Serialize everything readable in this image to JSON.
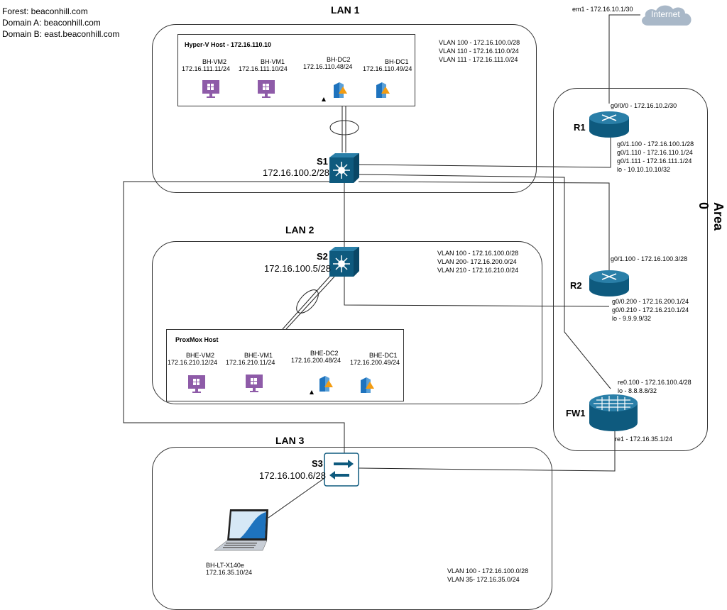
{
  "forest": {
    "line1": "Forest: beaconhill.com",
    "line2": "Domain A: beaconhill.com",
    "line3": "Domain B: east.beaconhill.com"
  },
  "lan1": {
    "title": "LAN 1",
    "vlans": [
      "VLAN 100 - 172.16.100.0/28",
      "VLAN 110 - 172.16.110.0/24",
      "VLAN 111 - 172.16.111.0/24"
    ],
    "host_title": "Hyper-V Host  - 172.16.110.10",
    "vms": [
      {
        "name": "BH-VM2",
        "ip": "172.16.111.11/24"
      },
      {
        "name": "BH-VM1",
        "ip": "172.16.111.10/24"
      },
      {
        "name": "BH-DC2",
        "ip": "172.16.110.48/24"
      },
      {
        "name": "BH-DC1",
        "ip": "172.16.110.49/24"
      }
    ]
  },
  "s1": {
    "name": "S1",
    "ip": "172.16.100.2/28"
  },
  "lan2": {
    "title": "LAN 2",
    "vlans": [
      "VLAN 100 - 172.16.100.0/28",
      "VLAN 200- 172.16.200.0/24",
      "VLAN 210 - 172.16.210.0/24"
    ],
    "host_title": "ProxMox Host",
    "vms": [
      {
        "name": "BHE-VM2",
        "ip": "172.16.210.12/24"
      },
      {
        "name": "BHE-VM1",
        "ip": "172.16.210.11/24"
      },
      {
        "name": "BHE-DC2",
        "ip": "172.16.200.48/24"
      },
      {
        "name": "BHE-DC1",
        "ip": "172.16.200.49/24"
      }
    ]
  },
  "s2": {
    "name": "S2",
    "ip": "172.16.100.5/28"
  },
  "lan3": {
    "title": "LAN 3",
    "vlans": [
      "VLAN 100 - 172.16.100.0/28",
      "VLAN 35- 172.16.35.0/24"
    ],
    "laptop_name": "BH-LT-X140e",
    "laptop_ip": "172.16.35.10/24"
  },
  "s3": {
    "name": "S3",
    "ip": "172.16.100.6/28"
  },
  "internet": {
    "label": "Internet",
    "em1": "em1 - 172.16.10.1/30"
  },
  "area0": {
    "label": "Area 0"
  },
  "r1": {
    "name": "R1",
    "top": "g0/0/0 - 172.16.10.2/30",
    "ifaces": [
      "g0/1.100 - 172.16.100.1/28",
      "g0/1.110 - 172.16.110.1/24",
      "g0/1.111 - 172.16.111.1/24",
      "lo - 10.10.10.10/32"
    ]
  },
  "r2": {
    "name": "R2",
    "top": "g0/1.100 - 172.16.100.3/28",
    "ifaces": [
      "g0/0.200 - 172.16.200.1/24",
      "g0/0.210 - 172.16.210.1/24",
      "lo - 9.9.9.9/32"
    ]
  },
  "fw1": {
    "name": "FW1",
    "ifaces": [
      "re0.100 - 172.16.100.4/28",
      "lo - 8.8.8.8/32"
    ],
    "bottom": "re1 - 172.16.35.1/24"
  },
  "colors": {
    "device": "#0e5a7e",
    "device_light": "#2a7fa8",
    "vm": "#8e5ba8",
    "dc_blue": "#1e73be",
    "dc_orange": "#f39c12",
    "cloud": "#a9b8c8"
  }
}
